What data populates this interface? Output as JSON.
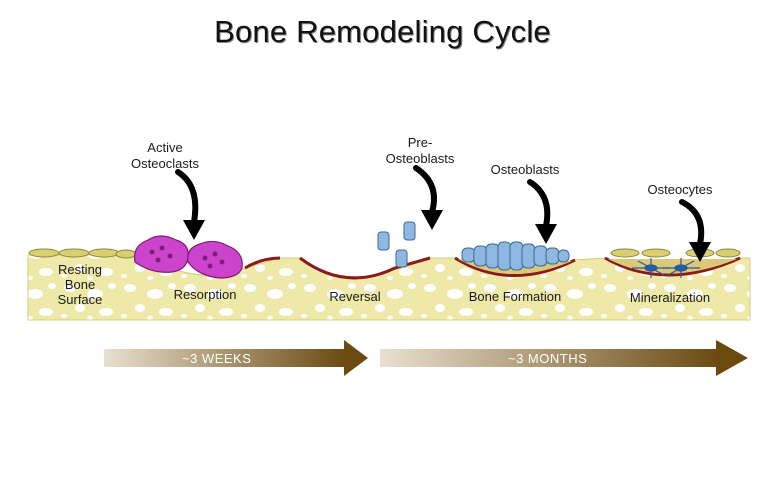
{
  "title": "Bone Remodeling Cycle",
  "stages": {
    "resting": "Resting\nBone\nSurface",
    "resorption": "Resorption",
    "reversal": "Reversal",
    "formation": "Bone Formation",
    "mineralization": "Mineralization"
  },
  "callouts": {
    "osteoclasts": "Active\nOsteoclasts",
    "preosteoblasts": "Pre-\nOsteoblasts",
    "osteoblasts": "Osteoblasts",
    "osteocytes": "Osteocytes"
  },
  "timeline": {
    "first": "~3 WEEKS",
    "second": "~3 MONTHS"
  },
  "colors": {
    "bone": "#eee9a8",
    "bone_hole": "#ffffff",
    "osteoclast": "#cc44cc",
    "osteoblast": "#8fb8e0",
    "osteocyte": "#2a5aa0",
    "lining_cell": "#d8d070",
    "cement_line": "#8b1a1a",
    "arrow_dark": "#6b4a10"
  }
}
